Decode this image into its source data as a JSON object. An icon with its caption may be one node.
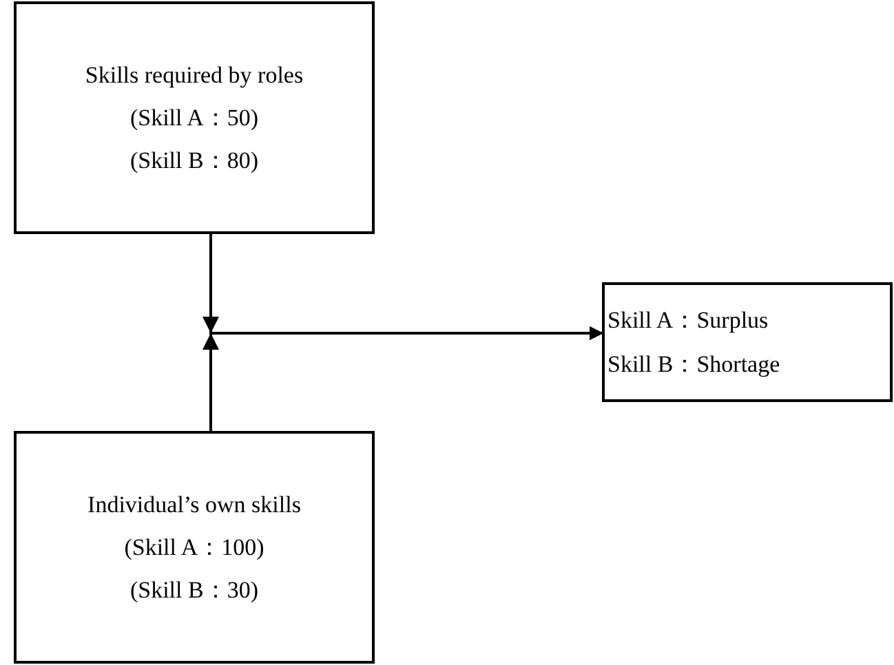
{
  "diagram": {
    "nodes": [
      {
        "text": [
          "Skills required by roles",
          "(Skill A：50)",
          "(Skill B：80)"
        ]
      },
      {
        "text": [
          "Individual’s own skills",
          "(Skill A：100)",
          "(Skill B：30)"
        ]
      },
      {
        "text": [
          "Skill A：Surplus",
          "Skill B：Shortage"
        ]
      }
    ],
    "edges": [
      {
        "from": 0,
        "to": 2,
        "arrow": "to"
      },
      {
        "from": 1,
        "to": 2,
        "arrow": "to"
      }
    ]
  }
}
